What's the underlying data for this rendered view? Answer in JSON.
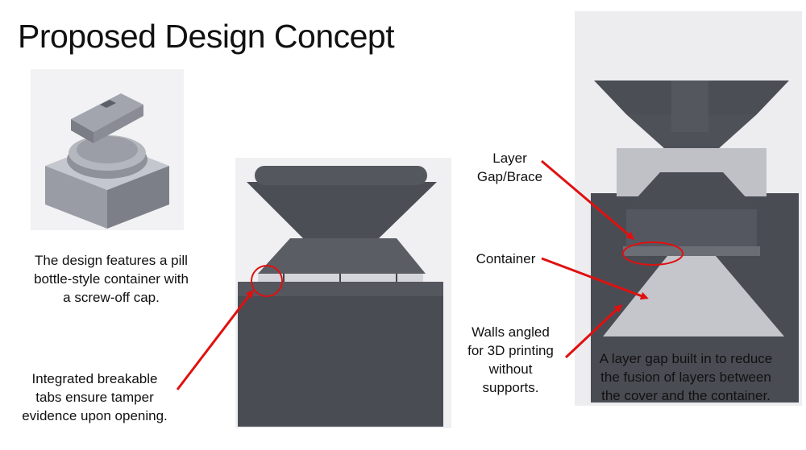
{
  "slide": {
    "title": "Proposed Design Concept",
    "captions": {
      "design": [
        "The design features a pill",
        "bottle-style container with",
        "a screw-off cap."
      ],
      "tabs": [
        "Integrated breakable",
        "tabs ensure tamper",
        "evidence upon opening."
      ],
      "walls": [
        "Walls angled",
        "for 3D printing",
        "without",
        "supports."
      ],
      "gap": [
        "A layer gap built in to reduce",
        "the fusion of layers between",
        "the cover and the container."
      ]
    },
    "labels": {
      "layer": [
        "Layer",
        "Gap/Brace"
      ],
      "container": "Container"
    },
    "colors": {
      "arrow": "#e01010",
      "model_dark": "#4b4d55",
      "model_mid": "#6b6d76",
      "model_light": "#a9abb3"
    }
  }
}
